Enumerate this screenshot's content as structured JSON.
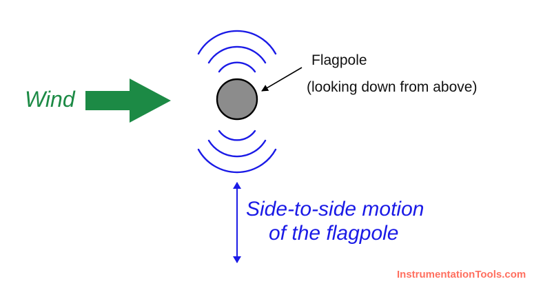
{
  "labels": {
    "wind": "Wind",
    "flagpole": "Flagpole",
    "flagpole_view": "(looking down from above)",
    "motion_line1": "Side-to-side motion",
    "motion_line2": "of the flagpole"
  },
  "watermark": "InstrumentationTools.com",
  "colors": {
    "wind": "#1c8a45",
    "vibration": "#1a1ae6",
    "pole_fill": "#8c8c8c",
    "pole_stroke": "#000000",
    "pointer": "#000000",
    "watermark": "#ff6f5f"
  }
}
